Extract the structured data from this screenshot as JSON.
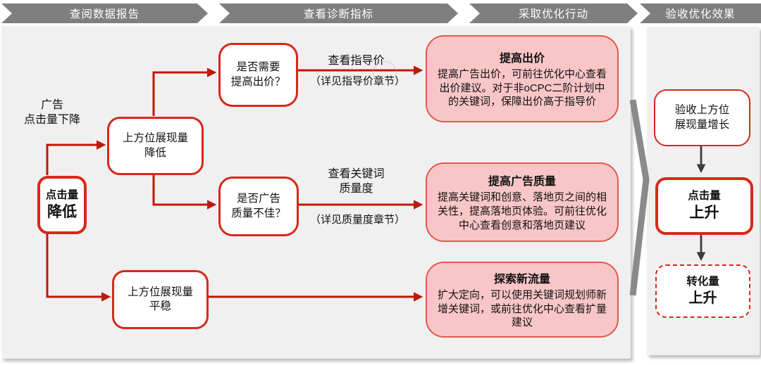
{
  "header": {
    "steps": [
      {
        "label": "查阅数据报告"
      },
      {
        "label": "查看诊断指标"
      },
      {
        "label": "采取优化行动"
      },
      {
        "label": "验收优化效果"
      }
    ]
  },
  "flow": {
    "start_label": {
      "line1": "广告",
      "line2": "点击量下降"
    },
    "start_box": {
      "line1": "点击量",
      "line2": "降低"
    },
    "branch_up_box": {
      "line1": "上方位展现量",
      "line2": "降低"
    },
    "branch_down_box": {
      "line1": "上方位展现量",
      "line2": "平稳"
    },
    "question_bid_box": {
      "line1": "是否需要",
      "line2": "提高出价？"
    },
    "question_quality_box": {
      "line1": "是否广告",
      "line2": "质量不佳？"
    },
    "edge_bid": {
      "label_top": "查看指导价",
      "note": "（详见指导价章节）"
    },
    "edge_quality": {
      "label_top1": "查看关键词",
      "label_top2": "质量度",
      "note": "（详见质量度章节）"
    },
    "actions": [
      {
        "title": "提高出价",
        "body": "提高广告出价，可前往优化中心查看出价建议。对于非oCPC二阶计划中的关键词，保障出价高于指导价"
      },
      {
        "title": "提高广告质量",
        "body": "提高关键词和创意、落地页之间的相关性，提高落地页体验。可前往优化中心查看创意和落地页建议"
      },
      {
        "title": "探索新流量",
        "body": "扩大定向，可以使用关键词规划师新增关键词，或前往优化中心查看扩量建议"
      }
    ]
  },
  "result": {
    "check_box": {
      "line1": "验收上方位",
      "line2": "展现量增长"
    },
    "click_box": {
      "line1": "点击量",
      "line2": "上升"
    },
    "conversion_box": {
      "line1": "转化量",
      "line2": "上升"
    }
  },
  "colors": {
    "accent_red": "#d8281a",
    "line_red": "#bf1808",
    "pink_fill": "#f9c6c8",
    "pink_border": "#e4574b",
    "banner_gray": "#7f7f7f",
    "panel_gray": "#f0f0f1",
    "arrow_dark": "#3c3c3c"
  }
}
